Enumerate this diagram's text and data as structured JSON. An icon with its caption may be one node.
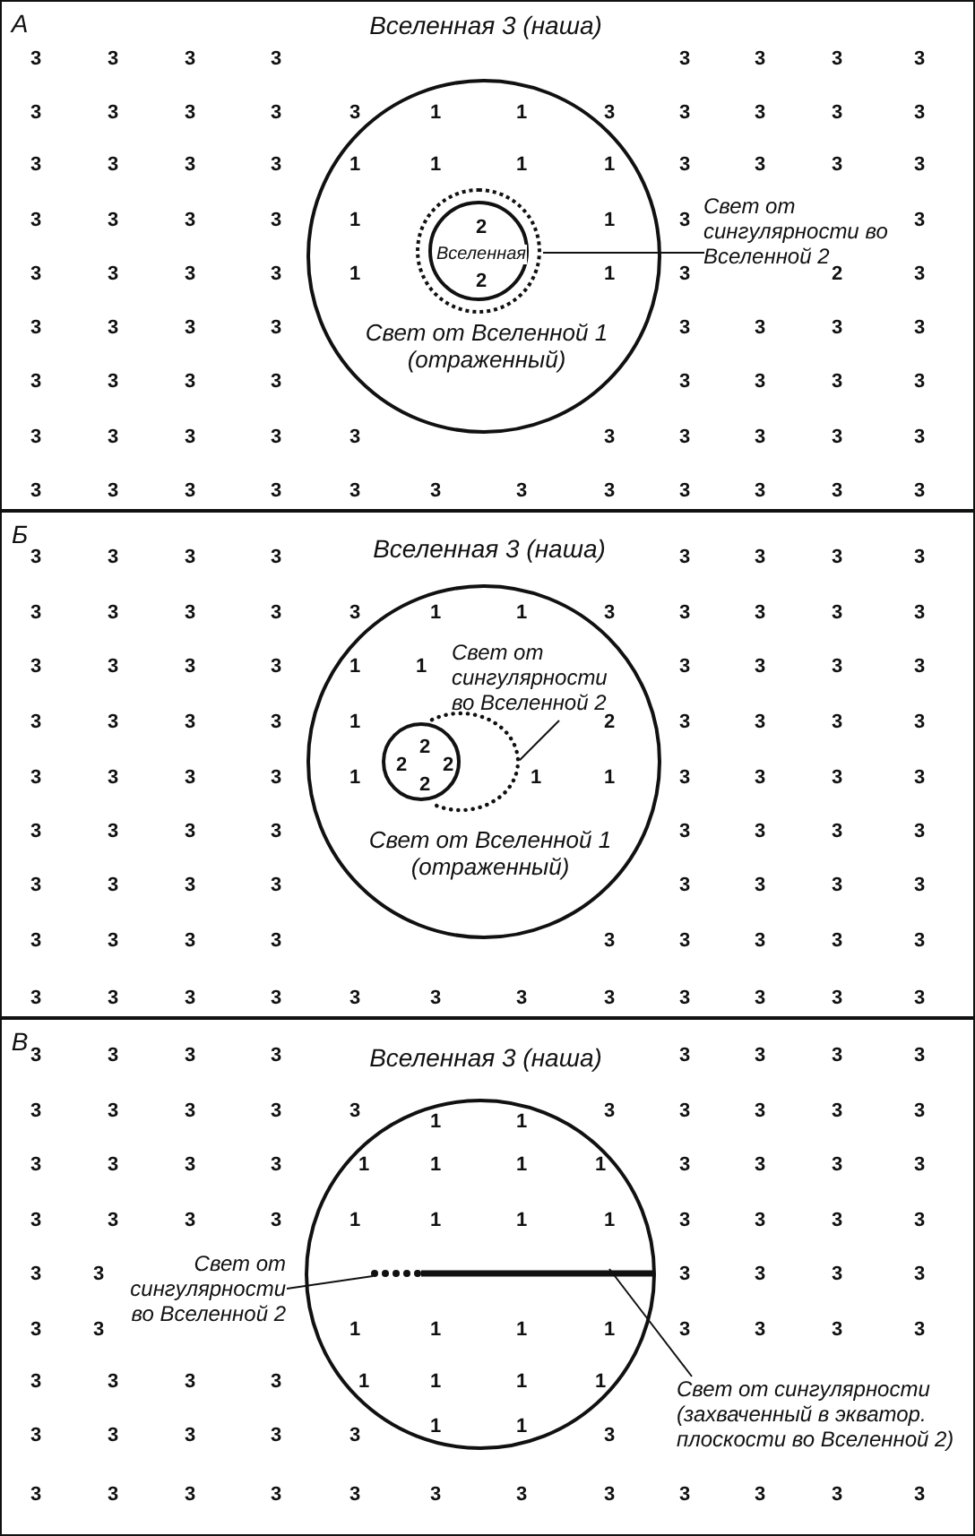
{
  "diagram": {
    "nodes": [
      {
        "text": [
          "А",
          "Вселенная 3 (наша)"
        ]
      },
      {
        "text": [
          "Свет от Вселенной 1 (отраженный)"
        ],
        "in": 0
      },
      {
        "text": [],
        "shape": "circle",
        "in": 1
      },
      {
        "text": [
          "2",
          "Вселенная",
          "2"
        ],
        "in": 2
      },
      {
        "text": [
          "Свет от сингулярности во Вселенной 2"
        ],
        "in": 0
      },
      {
        "text": [
          "Б",
          "Вселенная 3 (наша)"
        ]
      },
      {
        "text": [
          "Свет от Вселенной 1 (отраженный)"
        ],
        "in": 5
      },
      {
        "text": [],
        "shape": "ellipse",
        "in": 6
      },
      {
        "text": [
          "2",
          "2",
          "2",
          "2"
        ],
        "in": 6
      },
      {
        "text": [
          "Свет от сингулярности во Вселенной 2"
        ],
        "in": 6
      },
      {
        "text": [
          "В",
          "Вселенная 3 (наша)"
        ]
      },
      {
        "text": [],
        "shape": "circle",
        "in": 10
      },
      {
        "text": [],
        "shape": "line",
        "in": 11
      },
      {
        "text": [
          "Свет от сингулярности во Вселенной 2"
        ],
        "in": 10
      },
      {
        "text": [
          "Свет от сингулярности (захваченный в экватор. плоскости во Вселенной 2)"
        ],
        "in": 10
      }
    ],
    "edges": [
      {
        "from": 4,
        "to": 2,
        "arrow": "none"
      },
      {
        "from": 9,
        "to": 7,
        "arrow": "none"
      },
      {
        "from": 13,
        "to": 12,
        "arrow": "none"
      },
      {
        "from": 14,
        "to": 12,
        "arrow": "none"
      }
    ],
    "labels": [
      "3",
      "3",
      "3",
      "3",
      "3",
      "3",
      "3",
      "3",
      "3",
      "3",
      "3",
      "3",
      "3",
      "1",
      "1",
      "3",
      "3",
      "3",
      "3",
      "3",
      "3",
      "3",
      "3",
      "3",
      "1",
      "1",
      "1",
      "1",
      "3",
      "3",
      "3",
      "3",
      "3",
      "3",
      "3",
      "3",
      "1",
      "1",
      "3",
      "3",
      "3",
      "3",
      "3",
      "3",
      "1",
      "1",
      "3",
      "2",
      "3",
      "3",
      "3",
      "3",
      "3",
      "3",
      "3",
      "3",
      "3",
      "3",
      "3",
      "3",
      "3",
      "3",
      "3",
      "3",
      "3",
      "3",
      "3",
      "3",
      "3",
      "3",
      "3",
      "3",
      "3",
      "3",
      "3",
      "3",
      "3",
      "3",
      "3",
      "3",
      "3",
      "3",
      "3",
      "3",
      "3",
      "3",
      "3",
      "3",
      "3",
      "3",
      "3",
      "3",
      "3",
      "3",
      "3",
      "3",
      "3",
      "3",
      "3",
      "3",
      "1",
      "1",
      "3",
      "3",
      "3",
      "3",
      "3",
      "3",
      "3",
      "3",
      "3",
      "1",
      "1",
      "3",
      "3",
      "3",
      "3",
      "3",
      "3",
      "3",
      "3",
      "1",
      "2",
      "3",
      "3",
      "3",
      "3",
      "3",
      "3",
      "3",
      "3",
      "1",
      "1",
      "1",
      "3",
      "3",
      "3",
      "3",
      "3",
      "3",
      "3",
      "3",
      "3",
      "3",
      "3",
      "3",
      "3",
      "3",
      "3",
      "3",
      "3",
      "3",
      "3",
      "3",
      "3",
      "3",
      "3",
      "3",
      "3",
      "3",
      "3",
      "3",
      "3",
      "3",
      "3",
      "3",
      "3",
      "3",
      "3",
      "3",
      "3",
      "3",
      "3",
      "3",
      "3",
      "3",
      "3",
      "3",
      "3",
      "3",
      "3",
      "3",
      "3",
      "3",
      "3",
      "3",
      "3",
      "3",
      "1",
      "1",
      "3",
      "3",
      "3",
      "3",
      "3",
      "3",
      "3",
      "3",
      "3",
      "1",
      "1",
      "1",
      "1",
      "3",
      "3",
      "3",
      "3",
      "3",
      "3",
      "3",
      "3",
      "1",
      "1",
      "1",
      "1",
      "3",
      "3",
      "3",
      "3",
      "3",
      "3",
      "3",
      "3",
      "3",
      "3",
      "3",
      "3",
      "1",
      "1",
      "1",
      "1",
      "3",
      "3",
      "3",
      "3",
      "3",
      "3",
      "3",
      "3",
      "1",
      "1",
      "1",
      "1",
      "3",
      "3",
      "3",
      "3",
      "3",
      "1",
      "1",
      "3",
      "3",
      "3",
      "3",
      "3",
      "3",
      "3",
      "3",
      "3",
      "3",
      "3",
      "3",
      "3"
    ]
  }
}
